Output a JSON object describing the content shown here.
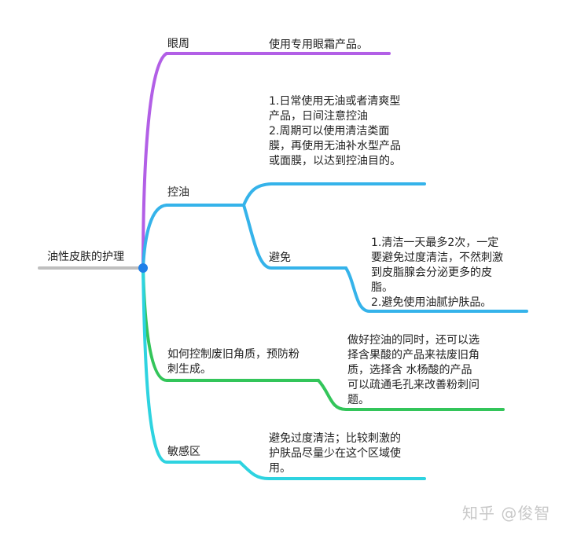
{
  "root": {
    "label": "油性皮肤的护理"
  },
  "branches": {
    "eye": {
      "label": "眼周",
      "detail": "使用专用眼霜产品。",
      "color": "#b25fe6"
    },
    "oil": {
      "label": "控油",
      "detail": "1.日常使用无油或者清爽型\n产品，日间注意控油\n2.周期可以使用清洁类面\n膜，再使用无油补水型产品\n或面膜，以达到控油目的。",
      "color": "#35b3ea",
      "avoid": {
        "label": "避免",
        "detail": "1.清洁一天最多2次，一定\n要避免过度清洁，不然刺激\n到皮脂腺会分泌更多的皮\n脂。\n2.避免使用油腻护肤品。"
      }
    },
    "keratin": {
      "label": "如何控制废旧角质，预防粉\n刺生成。",
      "detail": "做好控油的同时，还可以选\n择含果酸的产品来祛废旧角\n质，选择含 水杨酸的产品\n可以疏通毛孔来改善粉刺问\n题。",
      "color": "#33c55a"
    },
    "sensitive": {
      "label": "敏感区",
      "detail": "避免过度清洁；比较刺激的\n护肤品尽量少在这个区域使\n用。",
      "color": "#2ed3e0"
    }
  },
  "colors": {
    "root_line": "#bfbfbf",
    "root_dot": "#1f7fe8"
  },
  "watermark": "知乎 @俊智"
}
